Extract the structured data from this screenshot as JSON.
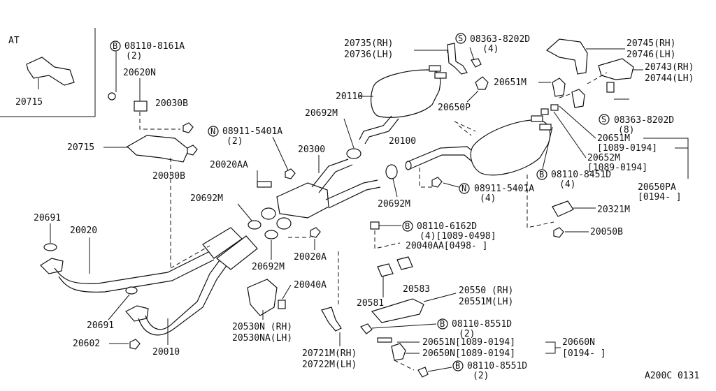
{
  "inset": {
    "title": "AT",
    "part": "20715"
  },
  "labels": {
    "b08110_8161A": "08110-8161A",
    "b08110_8161A_qty": "(2)",
    "p20620N": "20620N",
    "p20030B_a": "20030B",
    "p20715": "20715",
    "p20030B_b": "20030B",
    "n08911_5401A": "08911-5401A",
    "n08911_5401A_qty": "(2)",
    "p20020AA": "20020AA",
    "p20300": "20300",
    "p20692M_a": "20692M",
    "p20692M_b": "20692M",
    "p20692M_c": "20692M",
    "p20692M_d": "20692M",
    "p20691_a": "20691",
    "p20691_b": "20691",
    "p20020": "20020",
    "p20020A": "20020A",
    "p20010": "20010",
    "p20602": "20602",
    "p20040A": "20040A",
    "p20530N": "20530N (RH)",
    "p20530NA": "20530NA(LH)",
    "p20110": "20110",
    "p20735": "20735(RH)",
    "p20736": "20736(LH)",
    "s08363_8202D_a": "08363-8202D",
    "s08363_8202D_a_qty": "(4)",
    "p20650P": "20650P",
    "p20651M_a": "20651M",
    "p20745": "20745(RH)",
    "p20746": "20746(LH)",
    "p20743": "20743(RH)",
    "p20744": "20744(LH)",
    "s08363_8202D_b": "08363-8202D",
    "s08363_8202D_b_qty": "(8)",
    "p20651M_b": "20651M",
    "p20651M_b_date": "[1089-0194]",
    "p20652M": "20652M",
    "p20652M_date": "[1089-0194]",
    "b08110_8451D": "08110-8451D",
    "b08110_8451D_qty": "(4)",
    "p20650PA": "20650PA",
    "p20650PA_date": "[0194-      ]",
    "p20100": "20100",
    "n08911_5401A_b": "08911-5401A",
    "n08911_5401A_b_qty": "(4)",
    "p20321M": "20321M",
    "p20050B": "20050B",
    "b08110_6162D": "08110-6162D",
    "b08110_6162D_qty": "(4)[1089-0498]",
    "p20040AA": "20040AA[0498-      ]",
    "p20583": "20583",
    "p20581": "20581",
    "p20550": "20550 (RH)",
    "p20551M": "20551M(LH)",
    "b08110_8551D_a": "08110-8551D",
    "b08110_8551D_a_qty": "(2)",
    "p20721M": "20721M(RH)",
    "p20722M": "20722M(LH)",
    "p20651N": "20651N[1089-0194]",
    "p20650N": "20650N[1089-0194]",
    "p20660N": "20660N",
    "p20660N_date": "[0194-      ]",
    "b08110_8551D_b": "08110-8551D",
    "b08110_8551D_b_qty": "(2)",
    "diagram_code": "A200C 0131"
  },
  "symbols": {
    "bolt": "B",
    "nut": "N",
    "screw": "S"
  }
}
